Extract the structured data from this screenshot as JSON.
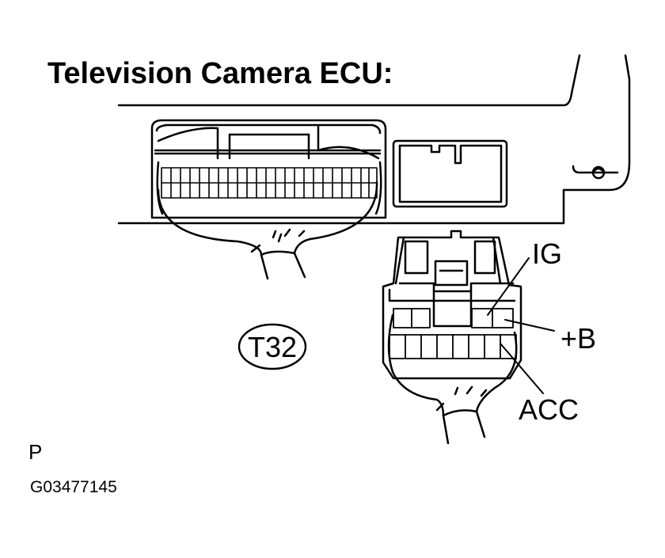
{
  "diagram": {
    "title": "Television Camera ECU:",
    "connector_code": "T32",
    "terminals": {
      "ig": "IG",
      "b_plus": "+B",
      "acc": "ACC"
    },
    "corner_mark": "P",
    "figure_id": "G03477145",
    "colors": {
      "line": "#000000",
      "background": "#ffffff"
    }
  }
}
